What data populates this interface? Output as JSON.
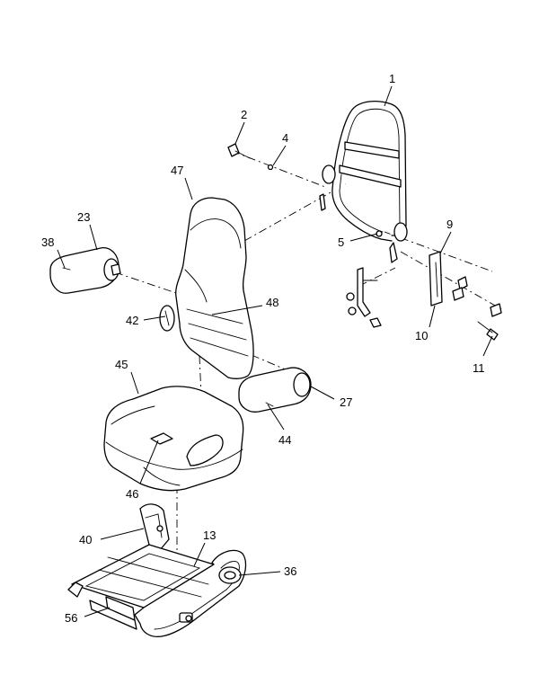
{
  "callouts": {
    "c1": "1",
    "c2": "2",
    "c4": "4",
    "c5": "5",
    "c9": "9",
    "c10": "10",
    "c11": "11",
    "c13": "13",
    "c23": "23",
    "c27": "27",
    "c36": "36",
    "c38": "38",
    "c40": "40",
    "c42": "42",
    "c44": "44",
    "c45": "45",
    "c46": "46",
    "c47": "47",
    "c48": "48",
    "c56": "56"
  }
}
